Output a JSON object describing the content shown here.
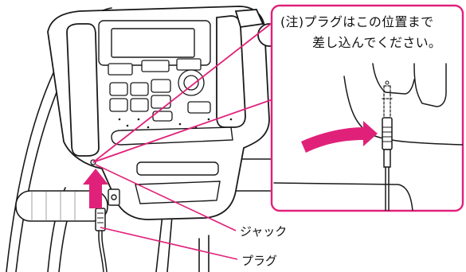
{
  "colors": {
    "accent": "#e0217a",
    "line": "#1a1a1a"
  },
  "callout": {
    "note_line1": "(注)プラグはこの位置まで",
    "note_line2": "差し込んでください。"
  },
  "labels": {
    "jack": "ジャック",
    "plug": "プラグ"
  }
}
